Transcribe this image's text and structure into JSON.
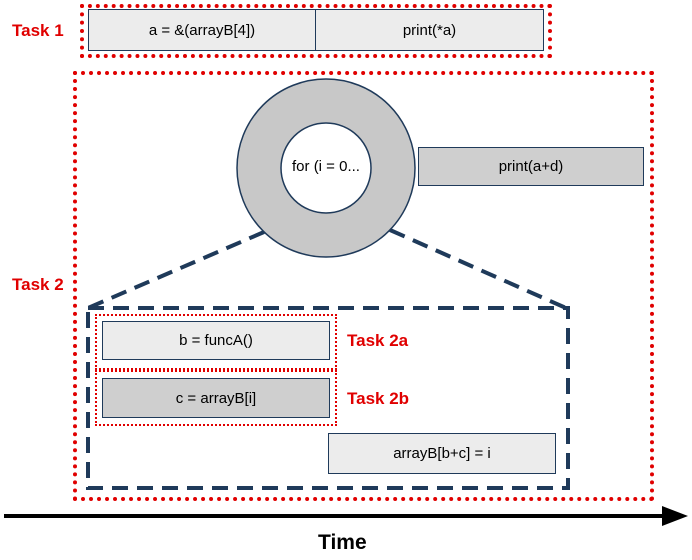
{
  "task1": {
    "label": "Task 1",
    "statements": [
      "a = &(arrayB[4])",
      "print(*a)"
    ]
  },
  "task2": {
    "label": "Task 2",
    "loop_label": "for (i = 0...",
    "after_loop": "print(a+d)",
    "task2a": {
      "label": "Task 2a",
      "statement": "b = funcA()"
    },
    "task2b": {
      "label": "Task 2b",
      "statement": "c = arrayB[i]"
    },
    "joined_statement": "arrayB[b+c] = i"
  },
  "time_axis": {
    "label": "Time"
  },
  "colors": {
    "task_label": "#e00000",
    "box_border": "#1f3a5a",
    "box_light": "#ececec",
    "box_mid": "#cfcfcf",
    "loop_ring": "#c8c8c8",
    "dashed_outline": "#1f3a5a"
  }
}
